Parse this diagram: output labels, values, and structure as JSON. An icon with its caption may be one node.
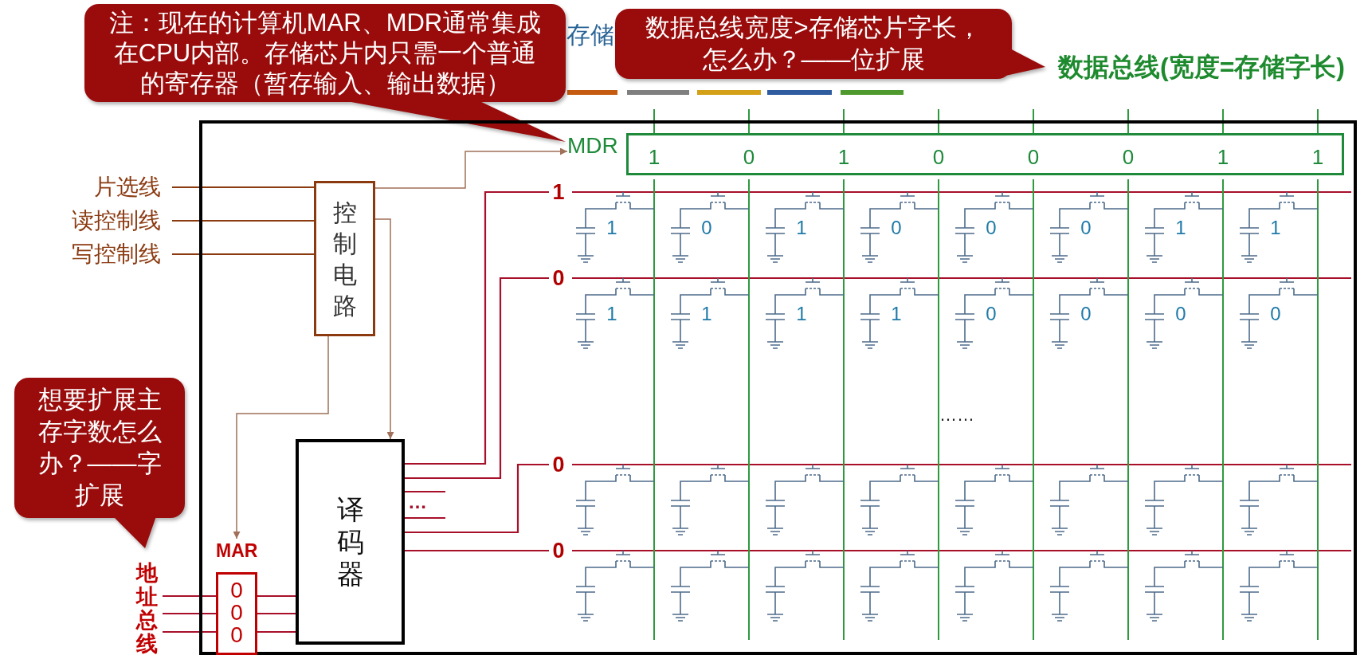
{
  "diagram": {
    "nodes": [
      {
        "text": [
          "注：现在的计算机MAR、MDR通常集成在CPU内部。存储芯片内只需一个普通的寄存器（暂存输入、输出数据）"
        ]
      },
      {
        "text": [
          "数据总线宽度>存储芯片字长，怎么办？——位扩展"
        ]
      },
      {
        "text": [],
        "shape": "box"
      },
      {
        "text": [
          "片选线"
        ]
      },
      {
        "text": [
          "读控制线"
        ]
      },
      {
        "text": [
          "写控制线"
        ]
      },
      {
        "text": [
          "控制电路"
        ],
        "in": 2
      },
      {
        "text": [
          "MDR",
          "1",
          "0",
          "1",
          "0",
          "0",
          "0",
          "1",
          "1"
        ],
        "in": 2
      },
      {
        "text": [
          "译码器"
        ],
        "in": 2
      },
      {
        "text": [
          "MAR",
          "0",
          "0",
          "0"
        ],
        "in": 2
      },
      {
        "text": [
          "地址总线"
        ]
      },
      {
        "text": [
          "想要扩展主存字数怎么办？——字扩展"
        ]
      },
      {
        "text": [
          "1"
        ],
        "in": 2
      },
      {
        "text": [
          "0"
        ],
        "in": 2
      },
      {
        "text": [
          "0"
        ],
        "in": 2
      },
      {
        "text": [
          "0"
        ],
        "in": 2
      }
    ],
    "edges": [
      {
        "from": 3,
        "to": 6,
        "arrow": "none",
        "color": "#8b3a10"
      },
      {
        "from": 4,
        "to": 6,
        "arrow": "none",
        "color": "#8b3a10"
      },
      {
        "from": 5,
        "to": 6,
        "arrow": "none",
        "color": "#8b3a10"
      },
      {
        "from": 6,
        "to": 7,
        "arrow": "to",
        "color": "#a0705a"
      },
      {
        "from": 6,
        "to": 8,
        "arrow": "to",
        "color": "#a0705a"
      },
      {
        "from": 6,
        "to": 9,
        "arrow": "to",
        "color": "#a0705a"
      },
      {
        "from": 10,
        "to": 9,
        "arrow": "none"
      },
      {
        "from": 10,
        "to": 9,
        "arrow": "none"
      },
      {
        "from": 10,
        "to": 9,
        "arrow": "none"
      },
      {
        "from": 9,
        "to": 8,
        "arrow": "none"
      },
      {
        "from": 9,
        "to": 8,
        "arrow": "none"
      },
      {
        "from": 9,
        "to": 8,
        "arrow": "none"
      },
      {
        "from": 8,
        "to": 12,
        "arrow": "none"
      },
      {
        "from": 8,
        "to": 13,
        "arrow": "none"
      },
      {
        "from": 8,
        "to": null,
        "arrow": "none"
      },
      {
        "from": 8,
        "to": null,
        "arrow": "none"
      },
      {
        "from": 8,
        "to": 14,
        "arrow": "none"
      },
      {
        "from": 8,
        "to": 15,
        "arrow": "none"
      },
      {
        "from": null,
        "to": 7,
        "arrow": "none",
        "color": "#2e9a3e"
      },
      {
        "from": null,
        "to": 7,
        "arrow": "none",
        "color": "#2e9a3e"
      },
      {
        "from": null,
        "to": 7,
        "arrow": "none",
        "color": "#2e9a3e"
      },
      {
        "from": null,
        "to": 7,
        "arrow": "none",
        "color": "#2e9a3e"
      },
      {
        "from": null,
        "to": 7,
        "arrow": "none",
        "color": "#2e9a3e"
      },
      {
        "from": null,
        "to": 7,
        "arrow": "none",
        "color": "#2e9a3e"
      },
      {
        "from": null,
        "to": 7,
        "arrow": "none",
        "color": "#2e9a3e"
      },
      {
        "from": null,
        "to": 7,
        "arrow": "none",
        "color": "#2e9a3e"
      }
    ],
    "labels": [
      "存储",
      "数据总线(宽度=存储字长)",
      "1",
      "0",
      "1",
      "0",
      "0",
      "0",
      "1",
      "1",
      "1",
      "1",
      "1",
      "1",
      "0",
      "0",
      "0",
      "0",
      "……",
      "…"
    ]
  }
}
